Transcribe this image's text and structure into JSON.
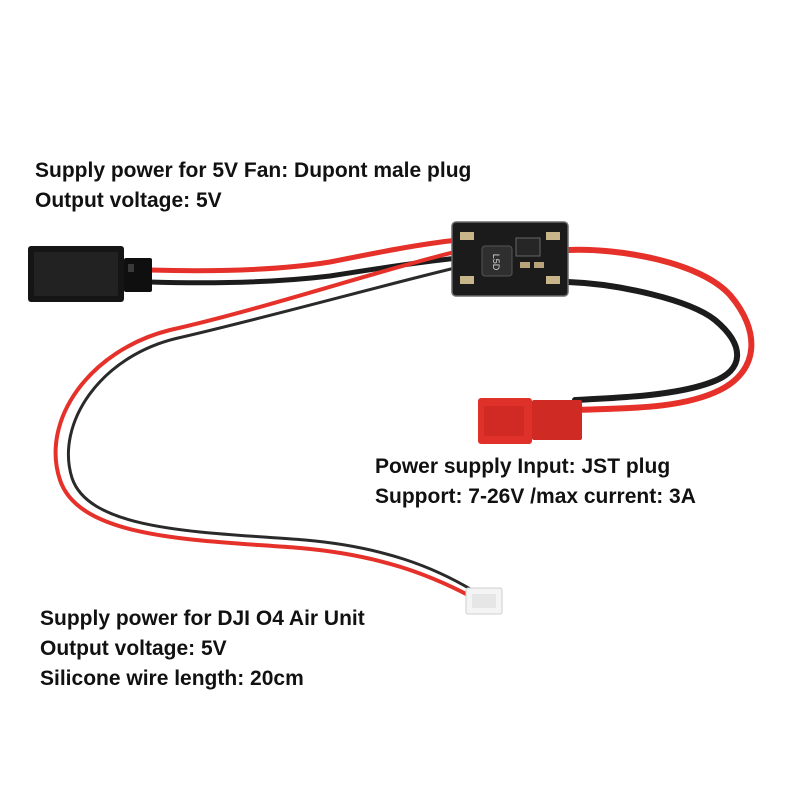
{
  "labels": {
    "fan": {
      "line1": "Supply power for 5V Fan: Dupont male plug",
      "line2": "Output voltage: 5V"
    },
    "input": {
      "line1": "Power supply Input: JST plug",
      "line2": "Support: 7-26V /max current: 3A"
    },
    "dji": {
      "line1": "Supply power for DJI O4 Air Unit",
      "line2": "Output voltage: 5V",
      "line3": "Silicone wire length: 20cm"
    }
  },
  "board": {
    "marking": "L5D"
  },
  "colors": {
    "wire_red": "#e5312a",
    "wire_black": "#1c1c1c",
    "jst_plug": "#e0302a",
    "dupont_plug": "#151515",
    "connector_white": "#f4f4f4",
    "pcb": "#1b1b1b"
  }
}
